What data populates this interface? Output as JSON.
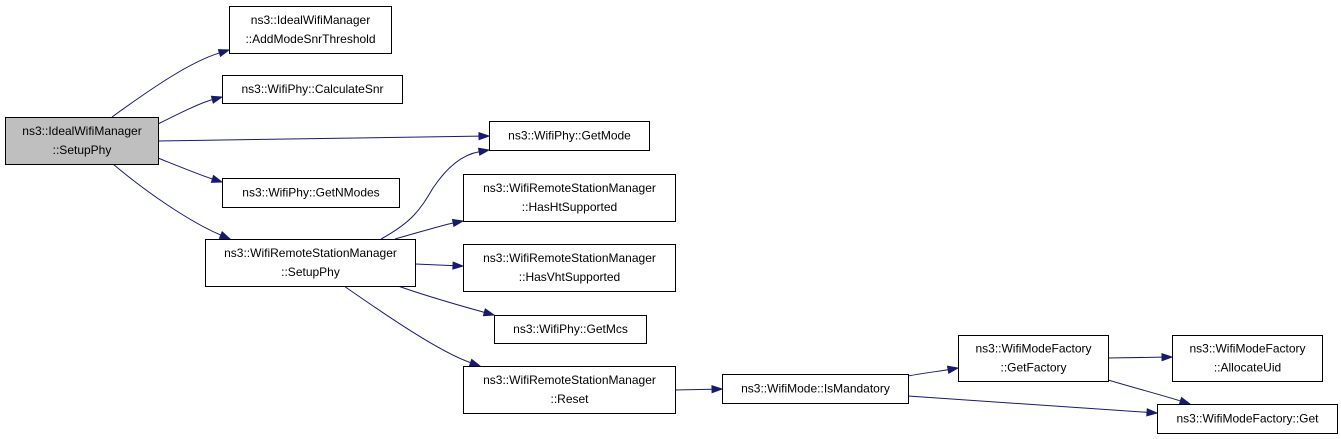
{
  "nodes": [
    {
      "id": "root",
      "lines": [
        "ns3::IdealWifiManager",
        "::SetupPhy"
      ],
      "highlight": true
    },
    {
      "id": "add-mode",
      "lines": [
        "ns3::IdealWifiManager",
        "::AddModeSnrThreshold"
      ]
    },
    {
      "id": "calc-snr",
      "lines": [
        "ns3::WifiPhy::CalculateSnr"
      ]
    },
    {
      "id": "get-mode",
      "lines": [
        "ns3::WifiPhy::GetMode"
      ]
    },
    {
      "id": "get-nmodes",
      "lines": [
        "ns3::WifiPhy::GetNModes"
      ]
    },
    {
      "id": "rsm-setup",
      "lines": [
        "ns3::WifiRemoteStationManager",
        "::SetupPhy"
      ]
    },
    {
      "id": "has-ht",
      "lines": [
        "ns3::WifiRemoteStationManager",
        "::HasHtSupported"
      ]
    },
    {
      "id": "has-vht",
      "lines": [
        "ns3::WifiRemoteStationManager",
        "::HasVhtSupported"
      ]
    },
    {
      "id": "get-mcs",
      "lines": [
        "ns3::WifiPhy::GetMcs"
      ]
    },
    {
      "id": "reset",
      "lines": [
        "ns3::WifiRemoteStationManager",
        "::Reset"
      ]
    },
    {
      "id": "is-mandatory",
      "lines": [
        "ns3::WifiMode::IsMandatory"
      ]
    },
    {
      "id": "get-factory",
      "lines": [
        "ns3::WifiModeFactory",
        "::GetFactory"
      ]
    },
    {
      "id": "allocate-uid",
      "lines": [
        "ns3::WifiModeFactory",
        "::AllocateUid"
      ]
    },
    {
      "id": "factory-get",
      "lines": [
        "ns3::WifiModeFactory::Get"
      ]
    }
  ],
  "edges": [
    {
      "from": "root",
      "to": "add-mode"
    },
    {
      "from": "root",
      "to": "calc-snr"
    },
    {
      "from": "root",
      "to": "get-mode"
    },
    {
      "from": "root",
      "to": "get-nmodes"
    },
    {
      "from": "root",
      "to": "rsm-setup"
    },
    {
      "from": "rsm-setup",
      "to": "get-mode"
    },
    {
      "from": "rsm-setup",
      "to": "has-ht"
    },
    {
      "from": "rsm-setup",
      "to": "has-vht"
    },
    {
      "from": "rsm-setup",
      "to": "get-mcs"
    },
    {
      "from": "rsm-setup",
      "to": "reset"
    },
    {
      "from": "reset",
      "to": "is-mandatory"
    },
    {
      "from": "is-mandatory",
      "to": "get-factory"
    },
    {
      "from": "is-mandatory",
      "to": "factory-get"
    },
    {
      "from": "get-factory",
      "to": "allocate-uid"
    },
    {
      "from": "get-factory",
      "to": "factory-get"
    }
  ],
  "colors": {
    "edge": "#191970",
    "root_fill": "#bfbfbf",
    "node_fill": "#ffffff",
    "node_stroke": "#000000"
  }
}
